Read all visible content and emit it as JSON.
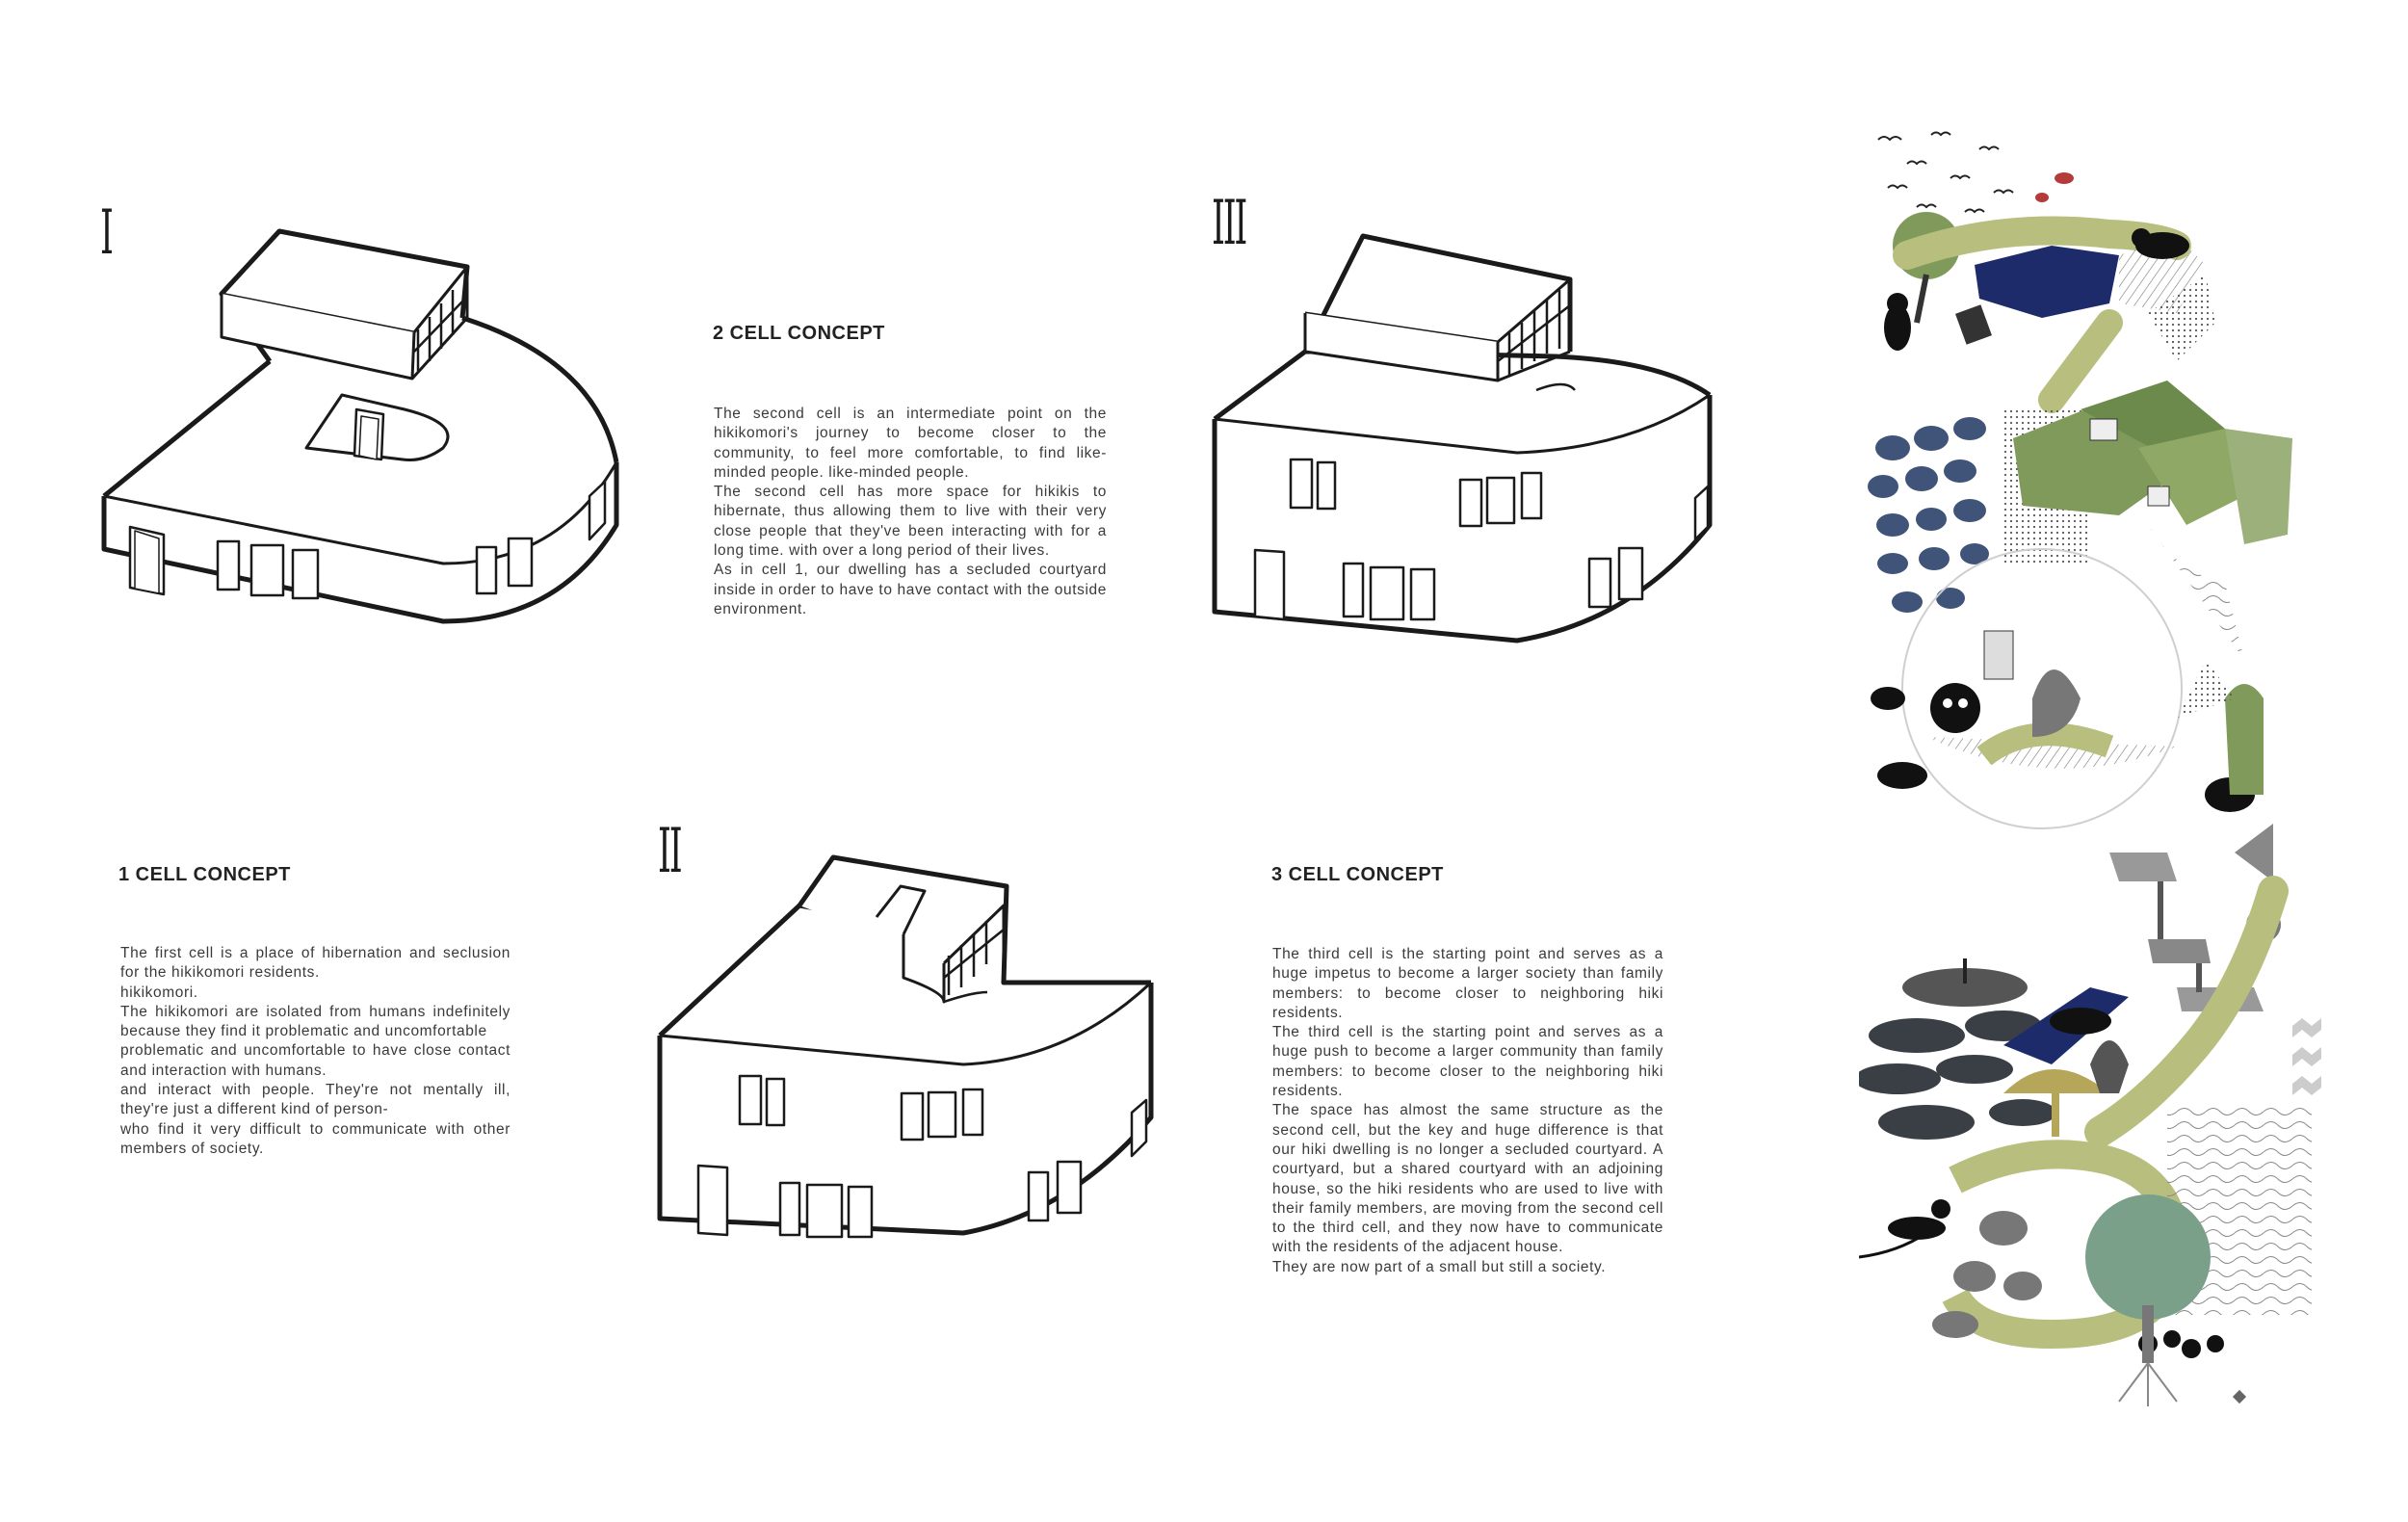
{
  "cells": [
    {
      "numeral": "I",
      "heading": "1 CELL CONCEPT",
      "paragraphs": [
        "The first cell is a place of hibernation and seclusion for the hikikomori residents.",
        "hikikomori.",
        "The hikikomori are isolated from humans indefinitely because they find it problematic and uncomfortable",
        "problematic and uncomfortable to have close contact and interaction with humans.",
        "and interact with people. They're not mentally ill, they're just a different kind of person-",
        "who find it very difficult to communicate with other members of society."
      ]
    },
    {
      "numeral": "II",
      "heading": "2 CELL CONCEPT",
      "paragraphs": [
        "The second cell is an intermediate point on the hikikomori's journey to become closer to the community, to feel more comfortable, to find like-minded people. like-minded people.",
        "The second cell has more space for hikikis to hibernate, thus allowing them to live with their very close people that they've been interacting with for a long time. with over a long period of their lives.",
        "As in cell 1, our dwelling has a secluded courtyard inside in order to have to have contact with the outside environment."
      ]
    },
    {
      "numeral": "III",
      "heading": "3 CELL CONCEPT",
      "paragraphs": [
        "The third cell is the starting point and serves as a huge impetus to become a larger society than family members: to become closer to neighboring hiki residents.",
        "The third cell is the starting point and serves as a huge push to become a larger community than family members: to become closer to the neighboring hiki residents.",
        "The space has almost the same structure as the second cell, but the key and huge difference is that our hiki dwelling is no longer a secluded courtyard. A courtyard, but a shared courtyard with an adjoining house, so the hiki residents who are used to live with their family members, are moving from the second cell to the third cell, and they now have to communicate with the residents of the adjacent house.",
        "They are now part of a small but still a society."
      ]
    }
  ],
  "colors": {
    "line": "#1a1a1a",
    "path_green": "#b8bf7e",
    "moss_green": "#7f9a5a",
    "rock_blue": "#3f5478",
    "navy": "#1d2b6b",
    "black_cat": "#111111",
    "red_fish": "#b53a3a"
  },
  "icons": [
    "black-cat-icon",
    "bird-icon",
    "tree-icon",
    "rock-icon",
    "fish-icon",
    "mushroom-icon"
  ]
}
